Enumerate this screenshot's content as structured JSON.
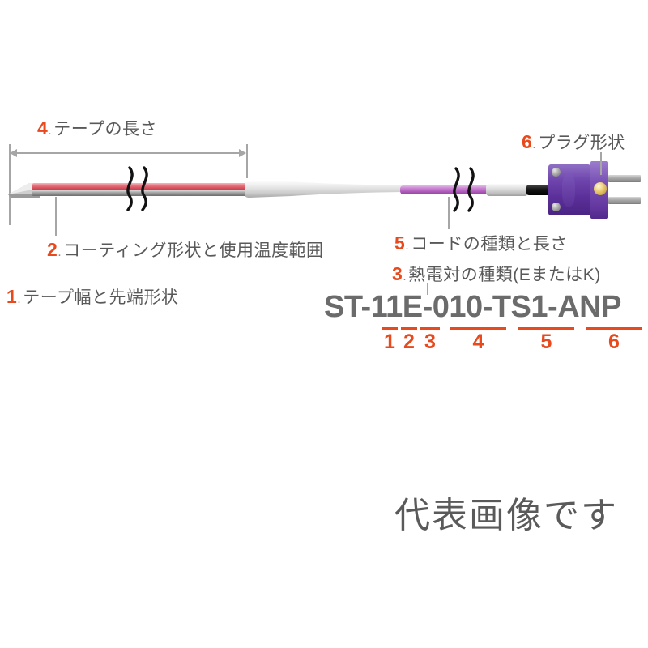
{
  "accent_color": "#e8491d",
  "text_color": "#595959",
  "callouts": [
    {
      "id": 1,
      "num": "1",
      "text": "テープ幅と先端形状"
    },
    {
      "id": 2,
      "num": "2",
      "text": "コーティング形状と使用温度範囲"
    },
    {
      "id": 3,
      "num": "3",
      "text": "熱電対の種類(EまたはK)"
    },
    {
      "id": 4,
      "num": "4",
      "text": "テープの長さ"
    },
    {
      "id": 5,
      "num": "5",
      "text": "コードの種類と長さ"
    },
    {
      "id": 6,
      "num": "6",
      "text": "プラグ形状"
    }
  ],
  "product_code": {
    "full": "ST-11E-010-TS1-ANP",
    "segments": [
      {
        "marker": "1",
        "text": "1"
      },
      {
        "marker": "2",
        "text": "1"
      },
      {
        "marker": "3",
        "text": "E"
      },
      {
        "marker": "4",
        "text": "010"
      },
      {
        "marker": "5",
        "text": "TS1"
      },
      {
        "marker": "6",
        "text": "ANP"
      }
    ]
  },
  "footer": {
    "note": "代表画像です"
  },
  "diagram": {
    "tip_label": "sensor-tip",
    "tape_color": "#d24a58",
    "cord_color": "#a855b5",
    "plug_color": "#5b2f99",
    "sheath_color": "#cdcdcd"
  }
}
